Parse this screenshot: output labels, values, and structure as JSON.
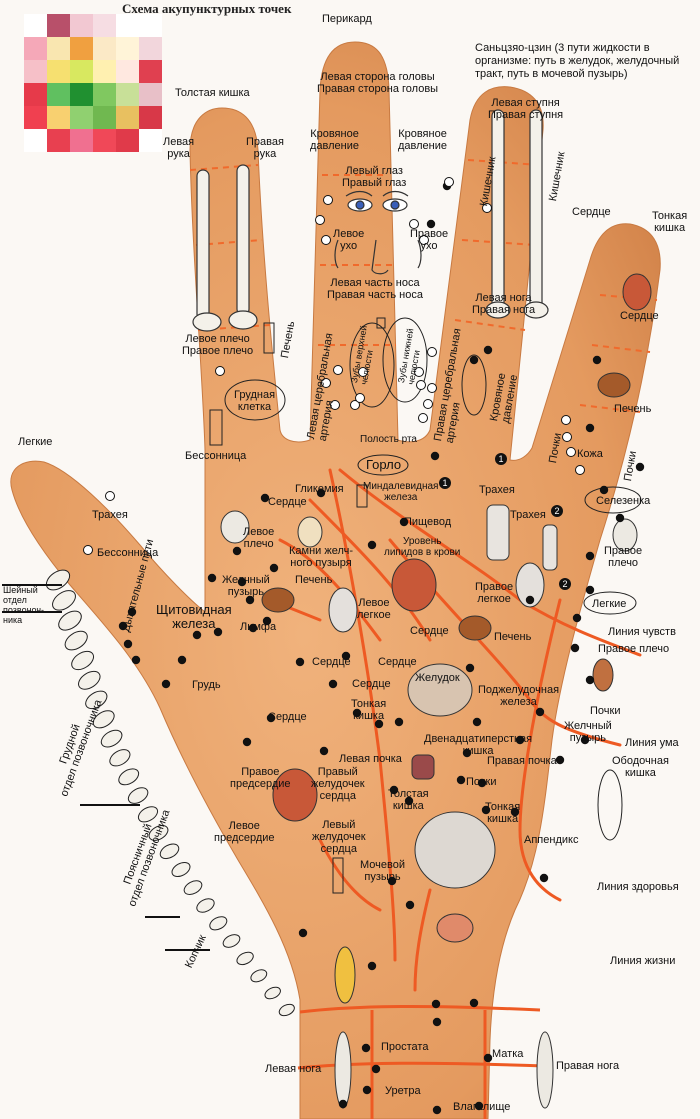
{
  "title": "Схема акупунктурных точек",
  "labels": {
    "perikard": "Перикард",
    "sanjiao": "Саньцзяо-цзин (3 пути жидкости в\nорганизме: путь в желудок, желудочный\nтракт, путь в мочевой пузырь)",
    "tolstaya_kishka_top": "Толстая кишка",
    "levaya_ruka": "Левая\nрука",
    "pravaya_ruka": "Правая\nрука",
    "golova": "Левая сторона головы\nПравая сторона головы",
    "krov_l": "Кровяное\nдавление",
    "krov_r": "Кровяное\nдавление",
    "glaz": "Левый глаз\nПравый глаз",
    "ukho_l": "Левое\nухо",
    "ukho_r": "Правое\nухо",
    "nos": "Левая часть носа\nПравая часть носа",
    "stupnya": "Левая ступня\nПравая ступня",
    "kishechnik_1": "Кишечник",
    "kishechnik_2": "Кишечник",
    "serdce_top": "Сердце",
    "tonkaya_kishka_top": "Тонкая\nкишка",
    "noga_top": "Левая нога\nПравая нога",
    "serdce_pinky": "Сердце",
    "pechen_pinky": "Печень",
    "plecho_left": "Левое плечо\nПравое плечо",
    "pechen_rot": "Печень",
    "art_l": "Левая церебральная\nартерия",
    "zuby_v": "Зубы верхней\nчелюсти",
    "zuby_n": "Зубы нижней\nчелюсти",
    "art_r": "Правая церебральная\nартерия",
    "krov_rot": "Кровяное\nдавление",
    "grudnaya": "Грудная\nклетка",
    "legkie_left": "Легкие",
    "bessonnica_1": "Бессонница",
    "polost": "Полость рта",
    "gorlo": "Горло",
    "pochki_1": "Почки",
    "kozha": "Кожа",
    "pochki_2": "Почки",
    "glikemiya": "Гликемия",
    "mindal": "Миндалевидная\nжелеза",
    "traheya_1": "Трахея",
    "serdce_2": "Сердце",
    "traheya_2": "Трахея",
    "selezenka": "Селезенка",
    "traheya_left": "Трахея",
    "bessonnica_2": "Бессонница",
    "levoe_plecho": "Левое\nплечо",
    "kamni": "Камни желч-\nного пузыря",
    "pishchevod": "Пищевод",
    "lipidy": "Уровень\nлипидов в крови",
    "pravoe_plecho_1": "Правое\nплечо",
    "zhelchnyi_1": "Желчный\nпузырь",
    "pechen_2": "Печень",
    "dyhat": "Дыхательные пути",
    "levoe_legkoe": "Левое\nлегкое",
    "pravoe_legkoe": "Правое\nлегкое",
    "legkie_r": "Легкие",
    "shcheitov": "Щитовидная\nжелеза",
    "limfa": "Лимфа",
    "serdce_3": "Сердце",
    "pechen_3": "Печень",
    "liniya_chuvstv": "Линия чувств",
    "shein": "Шейный\nотдел\nпозвоноч-\nника",
    "grud_otd": "Грудной\nотдел позвоночника",
    "grud": "Грудь",
    "serdce_4": "Сердце",
    "serdce_5": "Сердце",
    "serdce_6": "Сердце",
    "zheludok": "Желудок",
    "pravoe_plecho_2": "Правое плечо",
    "podzhel": "Поджелудочная\nжелеза",
    "serdce_7": "Сердце",
    "tonkaya_2": "Тонкая\nкишка",
    "pochki_3": "Почки",
    "zhelchnyi_2": "Желчный\nпузырь",
    "dvenadc": "Двенадцатиперстная\nкишка",
    "liniya_uma": "Линия ума",
    "levaya_pochka": "Левая почка",
    "pravaya_pochka": "Правая почка",
    "obodoch": "Ободочная\nкишка",
    "prav_predserd": "Правое\nпредсердие",
    "prav_zhel": "Правый\nжелудочек\nсердца",
    "tolstaya_2": "Толстая\nкишка",
    "tonkaya_3": "Тонкая\nкишка",
    "pochki_4": "Почки",
    "pojasn": "Поясничный\nотдел позвоночника",
    "lev_predserd": "Левое\nпредсердие",
    "lev_zhel": "Левый\nжелудочек\nсердца",
    "appendiks": "Аппендикс",
    "mochevoi": "Мочевой\nпузырь",
    "liniya_zdor": "Линия здоровья",
    "kopchik": "Копчик",
    "liniya_zhizni": "Линия жизни",
    "levaya_noga": "Левая нога",
    "prostata": "Простата",
    "matka": "Матка",
    "pravaya_noga": "Правая нога",
    "uretra": "Уретра",
    "vlagalishche": "Влагалище",
    "num1a": "1",
    "num1b": "1",
    "num2a": "2",
    "num2b": "2"
  },
  "colors": {
    "skin": "#e9a66f",
    "skin_dark": "#d58a52",
    "skin_light": "#f2c193",
    "line": "#ee5a23",
    "dot": "#111111",
    "bone": "#f4f1ea",
    "organ_red": "#c85838",
    "organ_brown": "#a45a2a"
  },
  "logo_colors": [
    "#ffffff",
    "#b8506a",
    "#f2c8d2",
    "#f6dde3",
    "#ffffff",
    "#ffffff",
    "#f5a8b8",
    "#f9e6b0",
    "#f0a040",
    "#fbe9c6",
    "#fff4d8",
    "#f2d6dc",
    "#f6c0c8",
    "#f6e070",
    "#d8e860",
    "#fff0b0",
    "#ffe8e0",
    "#e04050",
    "#e63a4a",
    "#60c060",
    "#209030",
    "#80c860",
    "#c8e098",
    "#e8c0c8",
    "#f04050",
    "#f8d070",
    "#90d070",
    "#70b850",
    "#e8c060",
    "#d83848",
    "#ffffff",
    "#e84050",
    "#f07090",
    "#f04858",
    "#e03a4a",
    "#ffffff"
  ]
}
